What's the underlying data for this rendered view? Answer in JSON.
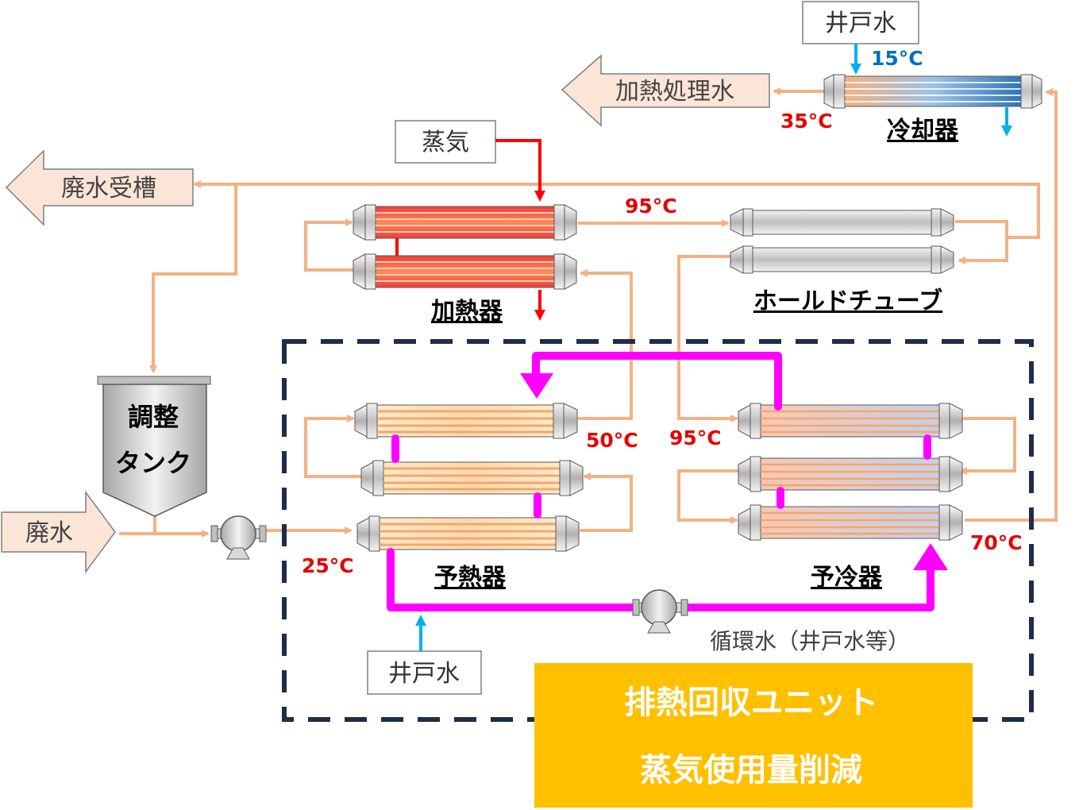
{
  "labels": {
    "well_water_top": "井戸水",
    "steam": "蒸気",
    "well_water_bottom": "井戸水",
    "heated_water": "加熱処理水",
    "waste_tank": "廃水受槽",
    "waste_water": "廃水",
    "tank_line1": "調整",
    "tank_line2": "タンク",
    "circulating_water": "循環水（井戸水等）"
  },
  "equipment": {
    "cooler": "冷却器",
    "heater": "加熱器",
    "hold_tube": "ホールドチューブ",
    "preheater": "予熱器",
    "precooler": "予冷器"
  },
  "temperatures": {
    "t15": "15°C",
    "t35": "35°C",
    "t95_top": "95°C",
    "t50": "50°C",
    "t95_mid": "95°C",
    "t25": "25°C",
    "t70": "70°C"
  },
  "unit_box": {
    "line1": "排熱回収ユニット",
    "line2": "蒸気使用量削減"
  },
  "colors": {
    "pipe": "#f4b183",
    "steam": "#ff0000",
    "circulation": "#ff00ff",
    "well_water": "#00b0f0",
    "unit_box": "#ffc000",
    "dashed_border": "#1f2d4a"
  }
}
